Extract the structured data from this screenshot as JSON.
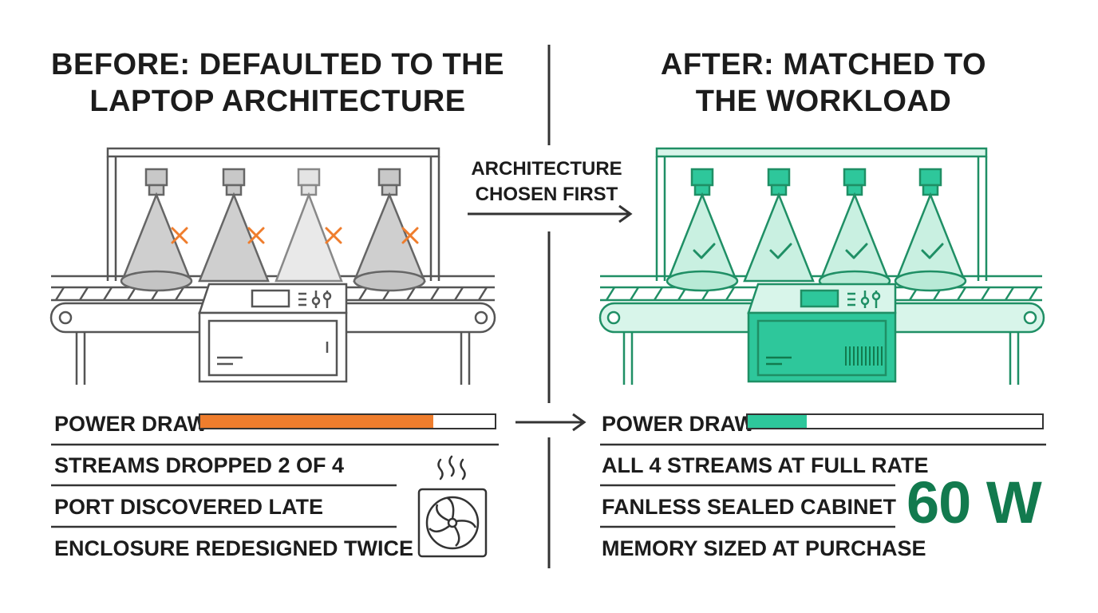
{
  "before": {
    "title": [
      "BEFORE: DEFAULTED TO THE",
      "LAPTOP ARCHITECTURE"
    ],
    "power_label": "POWER DRAW",
    "power_level": 0.79,
    "power_color": "#ef7d2d",
    "items": [
      "STREAMS DROPPED 2 OF 4",
      "PORT DISCOVERED LATE",
      "ENCLOSURE REDESIGNED TWICE"
    ],
    "camera_status": [
      "fail",
      "fail",
      "fail",
      "fail"
    ],
    "icons": [
      "cross-icon",
      "fan-icon",
      "heat-icon"
    ]
  },
  "after": {
    "title": [
      "AFTER: MATCHED TO",
      "THE WORKLOAD"
    ],
    "power_label": "POWER DRAW",
    "power_level": 0.2,
    "power_color": "#2ec79b",
    "items": [
      "ALL 4 STREAMS AT FULL RATE",
      "FANLESS SEALED CABINET",
      "MEMORY SIZED AT PURCHASE"
    ],
    "watts": "60 W",
    "camera_status": [
      "ok",
      "ok",
      "ok",
      "ok"
    ],
    "icons": [
      "check-icon"
    ]
  },
  "center": {
    "label": [
      "ARCHITECTURE",
      "CHOSEN FIRST"
    ]
  },
  "colors": {
    "ink": "#333333",
    "gray_fill": "#c8c8c8",
    "orange": "#ef7d2d",
    "teal": "#2ec79b",
    "teal_light": "#d8f5ea",
    "teal_dark": "#127a4e"
  }
}
